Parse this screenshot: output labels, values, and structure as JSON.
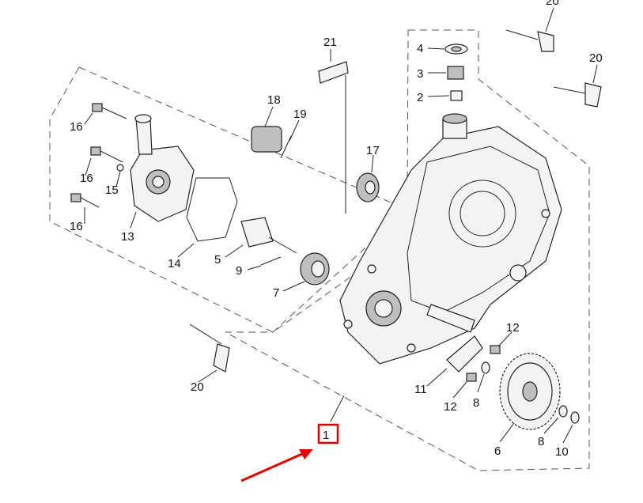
{
  "callouts": {
    "c1": "1",
    "c2": "2",
    "c3": "3",
    "c4": "4",
    "c5": "5",
    "c6": "6",
    "c7": "7",
    "c8a": "8",
    "c8b": "8",
    "c9": "9",
    "c10": "10",
    "c11": "11",
    "c12a": "12",
    "c12b": "12",
    "c13": "13",
    "c14": "14",
    "c15": "15",
    "c16a": "16",
    "c16b": "16",
    "c16c": "16",
    "c17": "17",
    "c18": "18",
    "c19": "19",
    "c20a": "20",
    "c20b": "20",
    "c20c": "20",
    "c21": "21"
  },
  "highlight": {
    "box_color": "#d40000",
    "arrow_color": "#e00000",
    "highlighted_part": "1"
  },
  "icons": {
    "arrow": "pointer-arrow-icon"
  }
}
